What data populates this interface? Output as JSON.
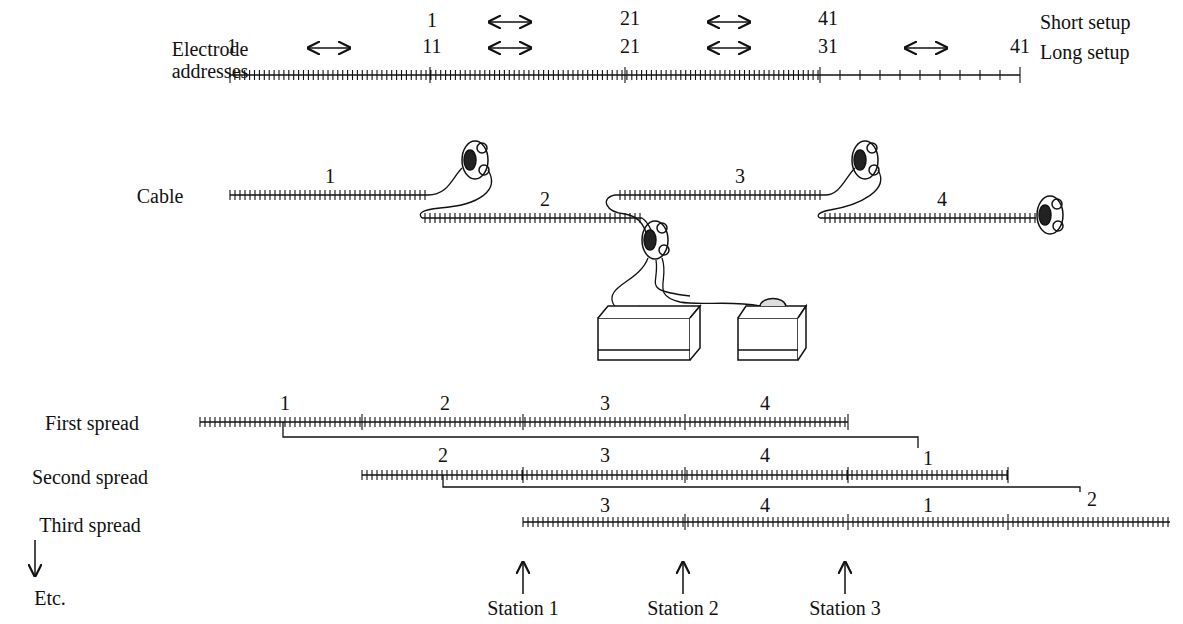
{
  "diagram": {
    "labels": [
      "1",
      "21",
      "41",
      "Short setup",
      "Electrode addresses",
      "1",
      "11",
      "21",
      "31",
      "41",
      "Long setup",
      "Cable",
      "1",
      "2",
      "3",
      "4",
      "First spread",
      "1",
      "2",
      "3",
      "4",
      "Second spread",
      "2",
      "3",
      "4",
      "1",
      "2",
      "Third spread",
      "3",
      "4",
      "1",
      "Etc.",
      "Station 1",
      "Station 2",
      "Station 3"
    ]
  }
}
